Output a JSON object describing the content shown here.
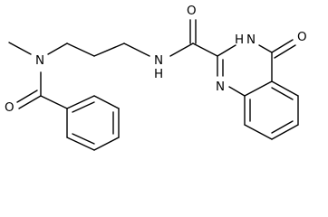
{
  "molecule": {
    "atom_labels": {
      "n_amide_methyl": "N",
      "o_benzoyl": "O",
      "nh_amide": "N",
      "nh_amide_h": "H",
      "o_carboxamide": "O",
      "nh_ring": "H",
      "nh_ring_n": "N",
      "o_quinazolinone": "O",
      "n_ring": "N"
    }
  }
}
